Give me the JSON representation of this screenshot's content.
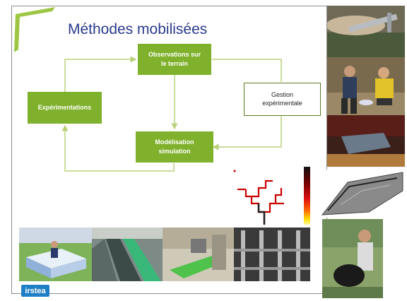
{
  "slide": {
    "title": "Méthodes mobilisées"
  },
  "diagram": {
    "nodes": {
      "observations": "Observations sur le terrain",
      "experimentations": "Expérimentations",
      "modelisation": "Modélisation simulation",
      "gestion": "Gestion expérimentale"
    }
  },
  "logo": {
    "text": "irstea"
  },
  "colors": {
    "title": "#2b3a8c",
    "box_green": "#7fb12c",
    "arrow": "#b9d27a",
    "logo": "#1f7fc4"
  },
  "photos": [
    "caliper-measurement-photo",
    "field-workers-photo",
    "fish-on-board-photo",
    "terrain-3d-model-image",
    "woman-with-net-photo",
    "outdoor-tank-photo",
    "channel-tanks-photo",
    "green-flume-photo",
    "lab-structure-photo"
  ]
}
